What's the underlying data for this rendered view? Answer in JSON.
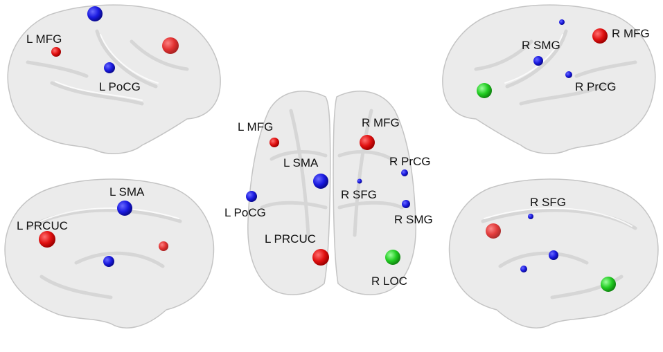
{
  "colors": {
    "red_node": "#e01010",
    "blue_node": "#1a1ae0",
    "green_node": "#22cc22"
  },
  "views": {
    "left_lateral": {
      "labels": [
        "L MFG",
        "L PoCG"
      ]
    },
    "left_medial": {
      "labels": [
        "L SMA",
        "L PRCUC"
      ]
    },
    "dorsal": {
      "labels": [
        "L MFG",
        "L SMA",
        "L PoCG",
        "L PRCUC",
        "R MFG",
        "R PrCG",
        "R SFG",
        "R SMG",
        "R LOC"
      ]
    },
    "right_lateral": {
      "labels": [
        "R MFG",
        "R SMG",
        "R PrCG"
      ]
    },
    "right_medial": {
      "labels": [
        "R SFG"
      ]
    }
  }
}
